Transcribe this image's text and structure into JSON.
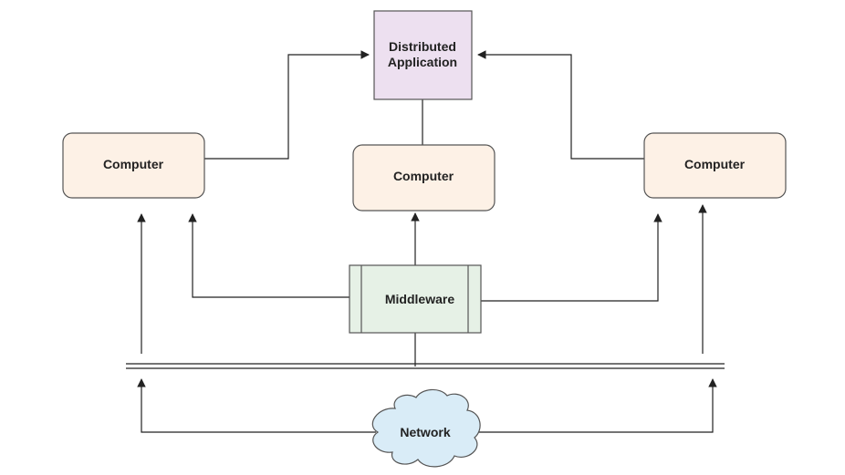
{
  "nodes": {
    "distributed_application": {
      "line1": "Distributed",
      "line2": "Application"
    },
    "computer_left": {
      "label": "Computer"
    },
    "computer_center": {
      "label": "Computer"
    },
    "computer_right": {
      "label": "Computer"
    },
    "middleware": {
      "label": "Middleware"
    },
    "network": {
      "label": "Network"
    }
  },
  "colors": {
    "app_fill": "#ede0f0",
    "computer_fill": "#fdf1e6",
    "middleware_fill": "#e6f1e6",
    "network_fill": "#d9ecf7",
    "stroke": "#555555",
    "line": "#222222"
  }
}
